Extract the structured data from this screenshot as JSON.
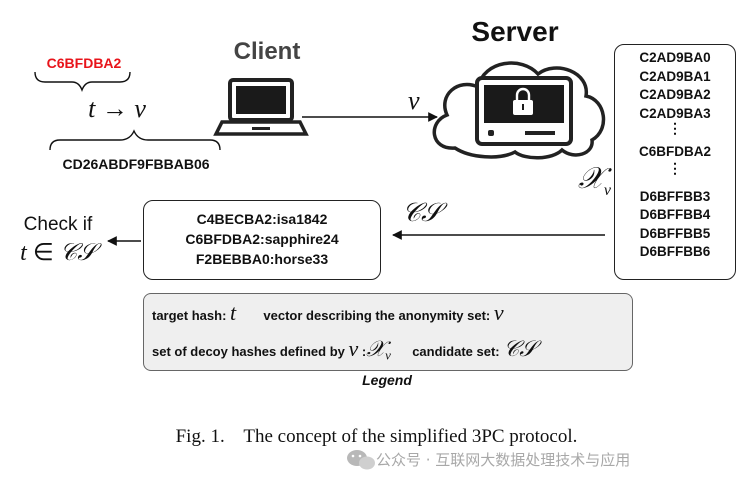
{
  "client": {
    "title": "Client",
    "hash_prefix": "C6BFDBA2",
    "full_hash": "CD26ABDF9FBBAB06",
    "map_t": "t",
    "map_arrow": "→",
    "map_v": "v",
    "send_label": "v"
  },
  "server": {
    "title": "Server",
    "set_symbol": "𝒳",
    "set_sub": "v",
    "candidates": [
      "C2AD9BA0",
      "C2AD9BA1",
      "C2AD9BA2",
      "C2AD9BA3",
      "C6BFDBA2",
      "D6BFFBB3",
      "D6BFFBB4",
      "D6BFFBB5",
      "D6BFFBB6"
    ],
    "ellipsis": "⋮"
  },
  "response": {
    "label": "𝒞𝒮",
    "entries": [
      "C4BECBA2:isa1842",
      "C6BFDBA2:sapphire24",
      "F2BEBBA0:horse33"
    ]
  },
  "check": {
    "line1": "Check if",
    "line2_t": "t",
    "line2_in": "∈",
    "line2_cs": "𝒞𝒮"
  },
  "legend": {
    "target_label": "target hash:",
    "target_sym": "t",
    "vector_label": "vector describing the anonymity set:",
    "vector_sym": "v",
    "decoy_label": "set of decoy hashes defined by",
    "decoy_v": "v",
    "decoy_colon": ":",
    "decoy_X": "𝒳",
    "decoy_sub": "v",
    "cand_label": "candidate set:",
    "cand_sym": "𝒞𝒮",
    "title": "Legend"
  },
  "caption": "Fig. 1.    The concept of the simplified 3PC protocol.",
  "watermark": "公众号 · 互联网大数据处理技术与应用",
  "colors": {
    "highlight": "#e8141b",
    "ink": "#111111",
    "legend_bg": "#efefef"
  },
  "icons": [
    "laptop-icon",
    "cloud-icon",
    "lock-icon",
    "wechat-icon"
  ]
}
